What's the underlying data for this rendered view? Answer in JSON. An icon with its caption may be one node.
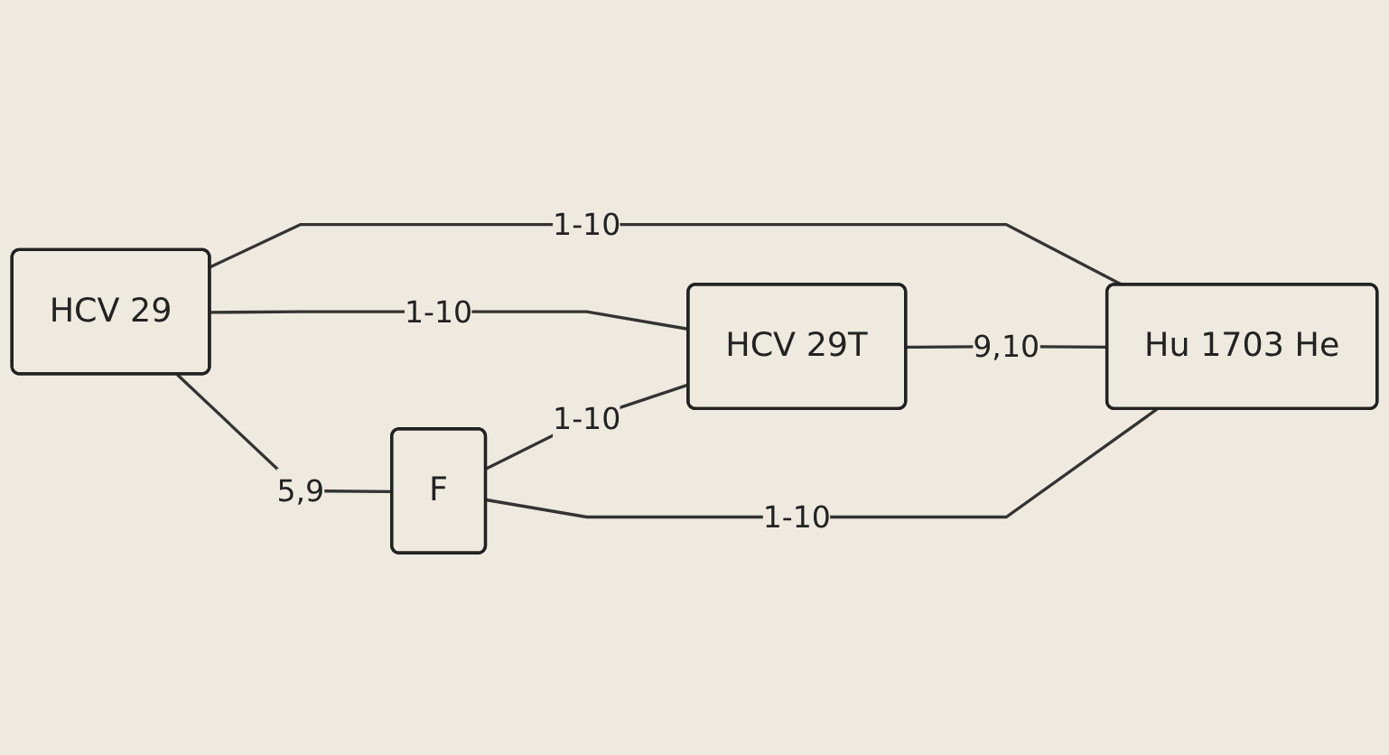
{
  "diagram": {
    "nodes": [
      {
        "text": [
          "HCV 29"
        ]
      },
      {
        "text": [
          "HCV 29T"
        ]
      },
      {
        "text": [
          "F"
        ]
      },
      {
        "text": [
          "Hu 1703 He"
        ]
      }
    ],
    "edges": [
      {
        "from": 0,
        "to": 1,
        "arrow": "none",
        "label": "1-10"
      },
      {
        "from": 0,
        "to": 2,
        "arrow": "none",
        "label": "5,9"
      },
      {
        "from": 0,
        "to": 3,
        "arrow": "none",
        "label": "1-10"
      },
      {
        "from": 2,
        "to": 1,
        "arrow": "none",
        "label": "1-10"
      },
      {
        "from": 1,
        "to": 3,
        "arrow": "none",
        "label": "9,10"
      },
      {
        "from": 2,
        "to": 3,
        "arrow": "none",
        "label": "1-10"
      }
    ]
  }
}
